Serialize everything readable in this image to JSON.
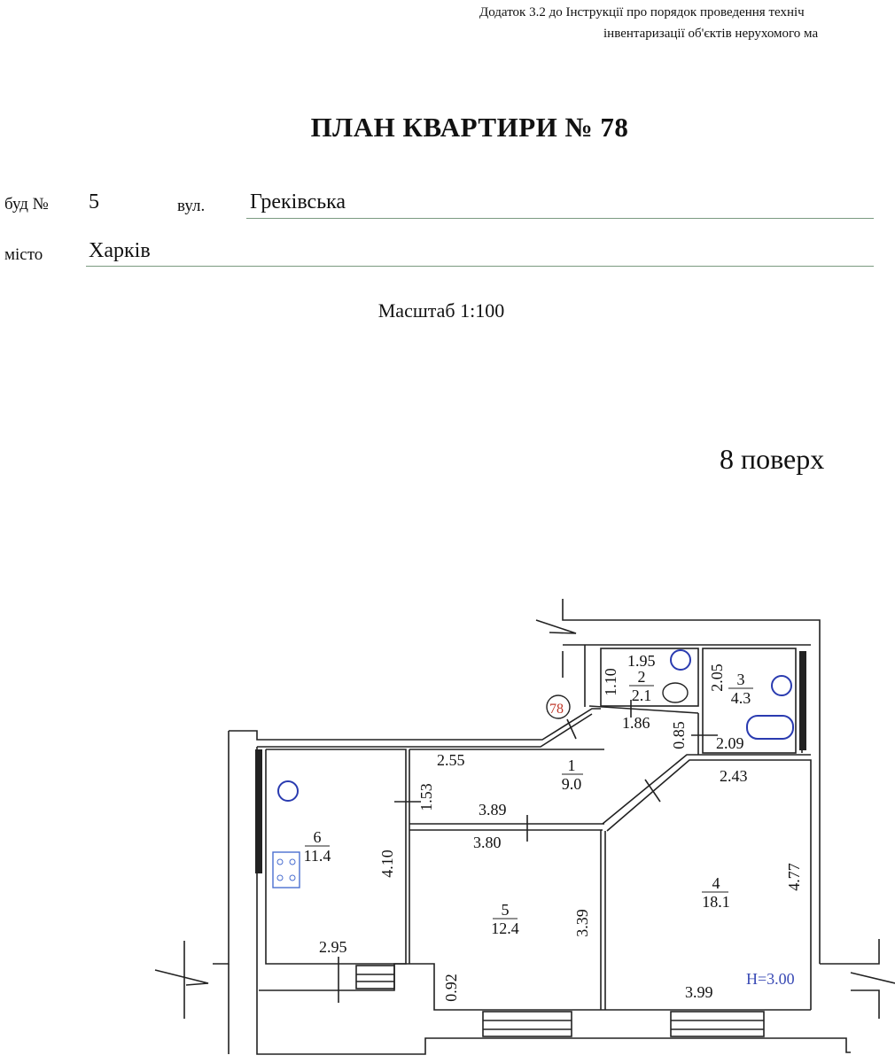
{
  "header": {
    "appendix_line1": "Додаток 3.2 до Інструкції про порядок проведення техніч",
    "appendix_line2": "інвентаризації об'єктів нерухомого ма"
  },
  "title": "ПЛАН КВАРТИРИ № 78",
  "address": {
    "building_label": "буд №",
    "building_value": "5",
    "street_label": "вул.",
    "street_value": "Греківська",
    "city_label": "місто",
    "city_value": "Харків"
  },
  "scale": "Масштаб 1:100",
  "floor": "8 поверх",
  "plan": {
    "apartment_marker": "78",
    "ceiling_height": "H=3.00",
    "rooms": [
      {
        "number": "1",
        "area": "9.0"
      },
      {
        "number": "2",
        "area": "2.1"
      },
      {
        "number": "3",
        "area": "4.3"
      },
      {
        "number": "4",
        "area": "18.1"
      },
      {
        "number": "5",
        "area": "12.4"
      },
      {
        "number": "6",
        "area": "11.4"
      }
    ],
    "dimensions": {
      "toilet_width": "1.95",
      "toilet_depth": "1.10",
      "toilet_lower": "1.86",
      "bath_depth": "2.05",
      "bath_width": "2.09",
      "corridor_gap": "0.85",
      "hall_top": "2.55",
      "hall_depth": "1.53",
      "hall_bottom": "3.89",
      "room5_top": "3.80",
      "room5_depth": "3.39",
      "room5_niche": "0.92",
      "kitchen_depth": "4.10",
      "kitchen_width": "2.95",
      "room4_top": "2.43",
      "room4_depth": "4.77",
      "room4_bottom": "3.99"
    }
  },
  "colors": {
    "fixtures": "#2a3bb0",
    "marker": "#c0392b",
    "underline": "#7a9a80",
    "height_label": "#3a4bb5"
  }
}
